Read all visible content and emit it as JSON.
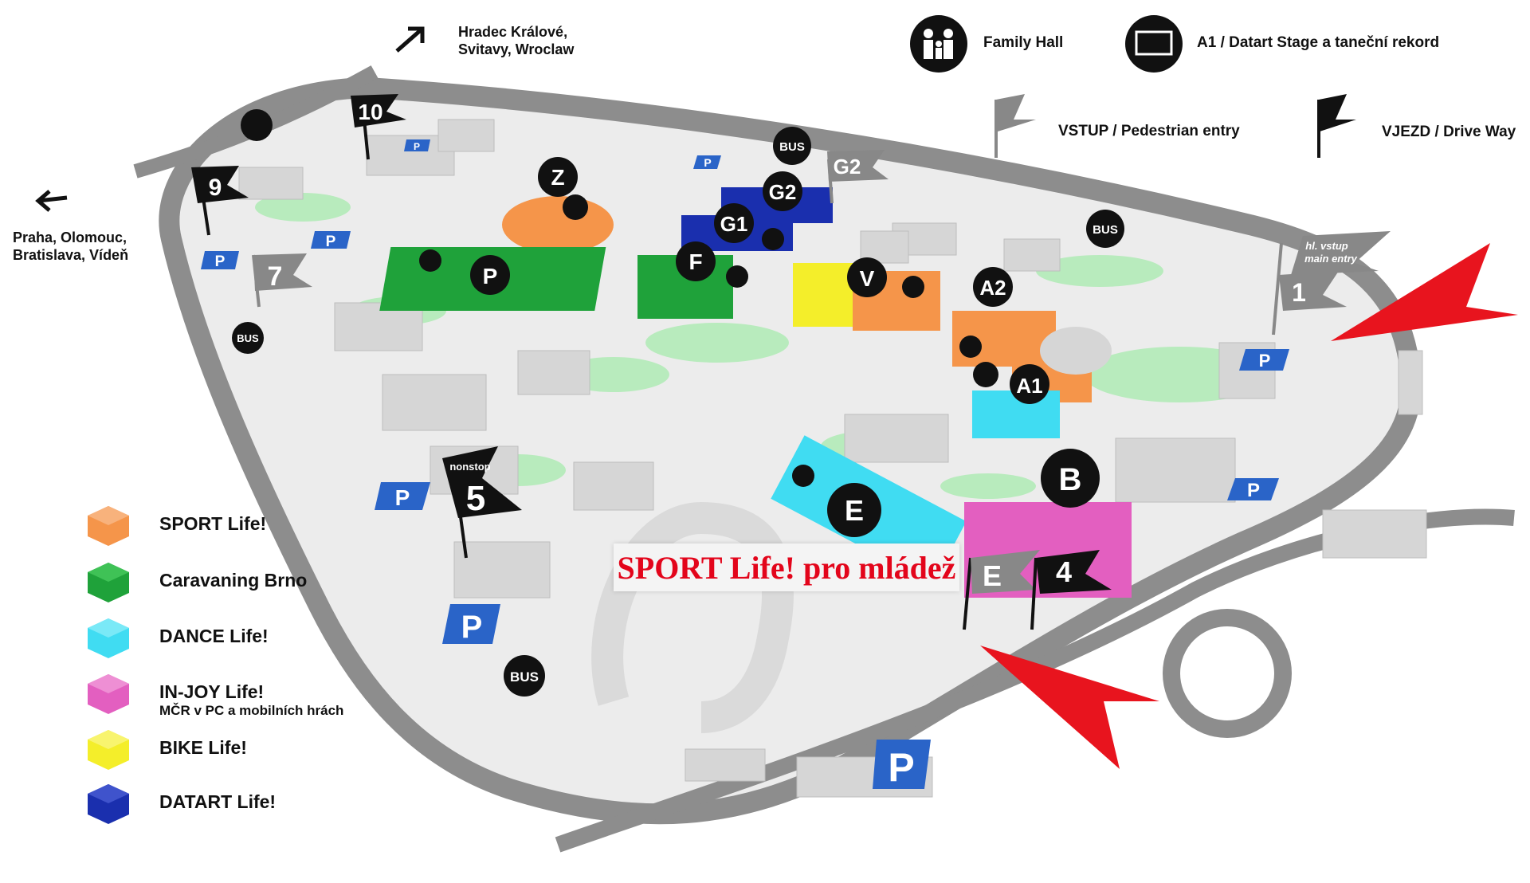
{
  "directions": {
    "northeast": "Hradec Králové,\nSvitavy, Wroclaw",
    "west": "Praha, Olomouc,\nBratislava, Vídeň"
  },
  "top_legend": {
    "family_hall": "Family Hall",
    "stage": "A1 / Datart Stage a taneční rekord",
    "pedestrian": "VSTUP / Pedestrian entry",
    "driveway": "VJEZD / Drive Way"
  },
  "legend": [
    {
      "label": "SPORT Life!",
      "sub": "",
      "color": "#f5954a"
    },
    {
      "label": "Caravaning Brno",
      "sub": "",
      "color": "#1fa23a"
    },
    {
      "label": "DANCE Life!",
      "sub": "",
      "color": "#40dcf2"
    },
    {
      "label": "IN-JOY Life!",
      "sub": "MČR v PC a mobilních hrách",
      "color": "#e35fc0"
    },
    {
      "label": "BIKE Life!",
      "sub": "",
      "color": "#f4ee2a"
    },
    {
      "label": "DATART Life!",
      "sub": "",
      "color": "#1a2fae"
    }
  ],
  "halls": {
    "z": "Z",
    "p": "P",
    "f": "F",
    "g1": "G1",
    "g2": "G2",
    "v": "V",
    "a2": "A2",
    "a1": "A1",
    "e": "E",
    "b": "B"
  },
  "gates": {
    "g10": "10",
    "g9": "9",
    "g7": "7",
    "g5": "5",
    "g5_note": "nonstop",
    "g2": "G2",
    "g1": "1",
    "g1_note1": "hl. vstup",
    "g1_note2": "main entry",
    "g4": "4",
    "ge": "E"
  },
  "bus": "BUS",
  "parking": "P",
  "banner": "SPORT Life! pro mládež",
  "colors": {
    "road": "#8d8d8d",
    "ground": "#ececec",
    "green": "#b8ebbd",
    "arrow": "#e8141e"
  }
}
